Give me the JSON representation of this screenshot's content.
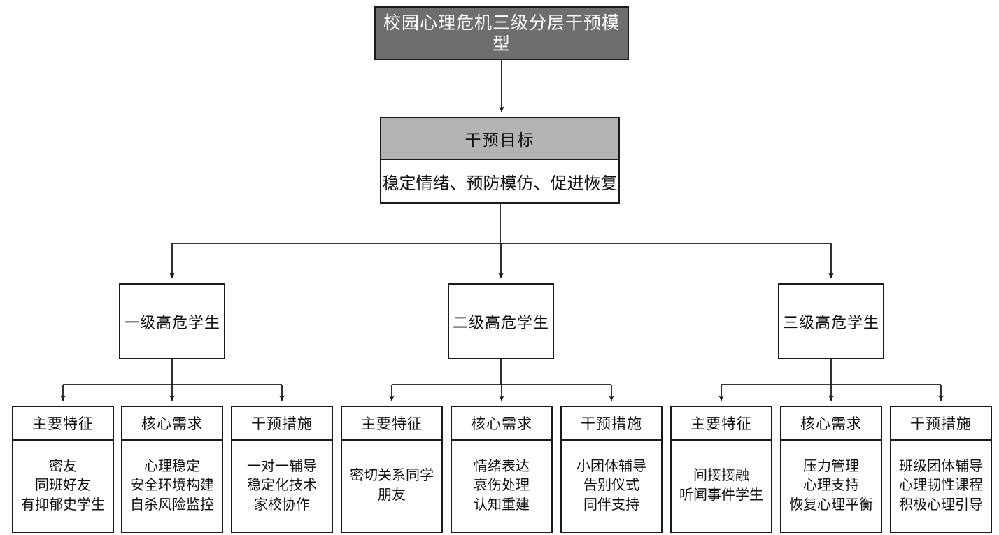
{
  "diagram": {
    "title": "校园心理危机三级分层干预模型",
    "goal": {
      "header": "干预目标",
      "body": "稳定情绪、预防模仿、促进恢复"
    },
    "levels": [
      {
        "label": "一级高危学生",
        "children": [
          {
            "header": "主要特征",
            "lines": [
              "密友",
              "同班好友",
              "有抑郁史学生"
            ]
          },
          {
            "header": "核心需求",
            "lines": [
              "心理稳定",
              "安全环境构建",
              "自杀风险监控"
            ]
          },
          {
            "header": "干预措施",
            "lines": [
              "一对一辅导",
              "稳定化技术",
              "家校协作"
            ]
          }
        ]
      },
      {
        "label": "二级高危学生",
        "children": [
          {
            "header": "主要特征",
            "lines": [
              "密切关系同学",
              "朋友"
            ]
          },
          {
            "header": "核心需求",
            "lines": [
              "情绪表达",
              "哀伤处理",
              "认知重建"
            ]
          },
          {
            "header": "干预措施",
            "lines": [
              "小团体辅导",
              "告别仪式",
              "同伴支持"
            ]
          }
        ]
      },
      {
        "label": "三级高危学生",
        "children": [
          {
            "header": "主要特征",
            "lines": [
              "间接接融",
              "听闻事件学生"
            ]
          },
          {
            "header": "核心需求",
            "lines": [
              "压力管理",
              "心理支持",
              "恢复心理平衡"
            ]
          },
          {
            "header": "干预措施",
            "lines": [
              "班级团体辅导",
              "心理韧性课程",
              "积极心理引导"
            ]
          }
        ]
      }
    ],
    "colors": {
      "root_fill": "#6e6e6e",
      "root_text": "#ffffff",
      "header_fill": "#b3b3b3",
      "node_fill": "#ffffff",
      "stroke": "#1a1a1a",
      "text": "#111111"
    }
  }
}
